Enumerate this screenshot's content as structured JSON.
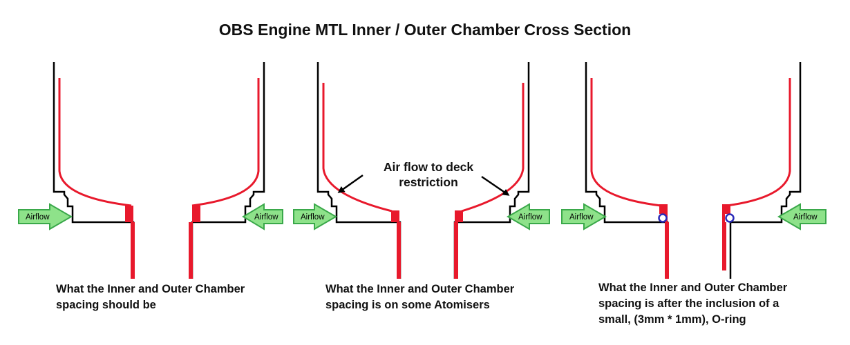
{
  "title": "OBS Engine MTL Inner / Outer Chamber Cross Section",
  "arrows": {
    "d1_left": "Airflow",
    "d1_right": "Airflow",
    "d2_left": "Airflow",
    "d2_right": "Airflow",
    "d3_left": "Airflow",
    "d3_right": "Airflow"
  },
  "callout": {
    "line1": "Air flow to deck",
    "line2": "restriction"
  },
  "captions": {
    "d1": {
      "line1": "What the Inner and Outer Chamber",
      "line2": "spacing should be"
    },
    "d2": {
      "line1": "What the Inner and Outer Chamber",
      "line2": "spacing is on some Atomisers"
    },
    "d3": {
      "line1": "What the Inner and Outer Chamber",
      "line2": "spacing is after the inclusion of a",
      "line3": "small, (3mm * 1mm), O-ring"
    }
  },
  "colors": {
    "outer_chamber": "#000000",
    "inner_chamber": "#e8192c",
    "arrow_fill": "#8ee28a",
    "arrow_stroke": "#3aa84a",
    "oring_fill": "#ffffff",
    "oring_stroke": "#2a2ab8"
  },
  "icons": {
    "airflow_arrow": "green-arrow",
    "oring": "blue-ring",
    "callout_arrow": "black-arrow"
  }
}
